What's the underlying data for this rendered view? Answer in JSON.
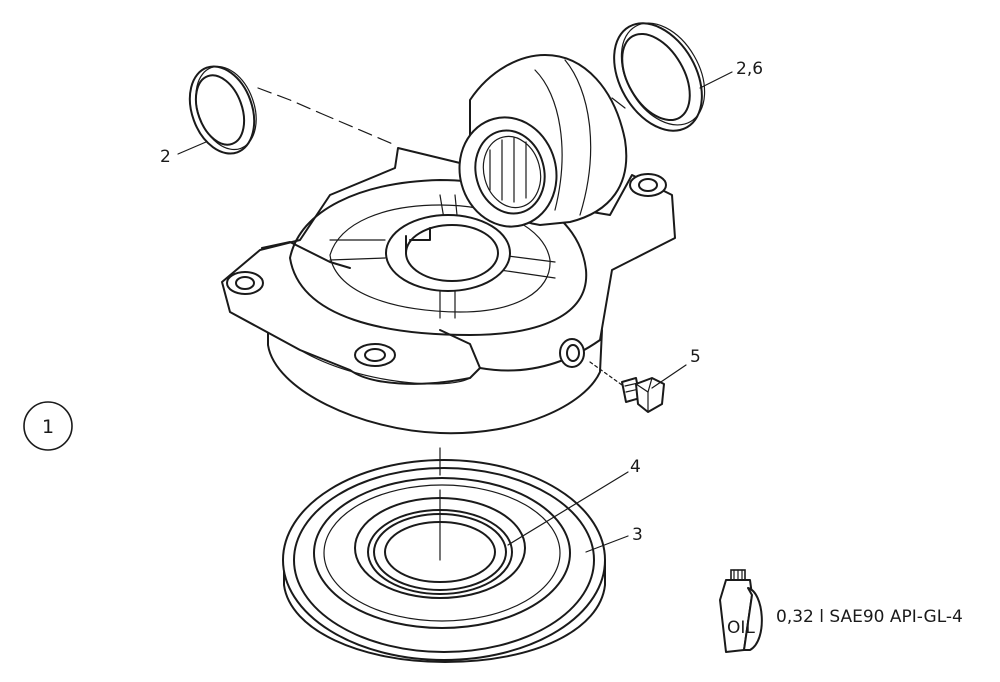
{
  "callouts": {
    "part_1": "1",
    "part_2": "2",
    "part_2_6": "2,6",
    "part_3": "3",
    "part_4": "4",
    "part_5": "5"
  },
  "oil": {
    "can_label": "OIL",
    "spec": "0,32 l SAE90 API-GL-4"
  }
}
